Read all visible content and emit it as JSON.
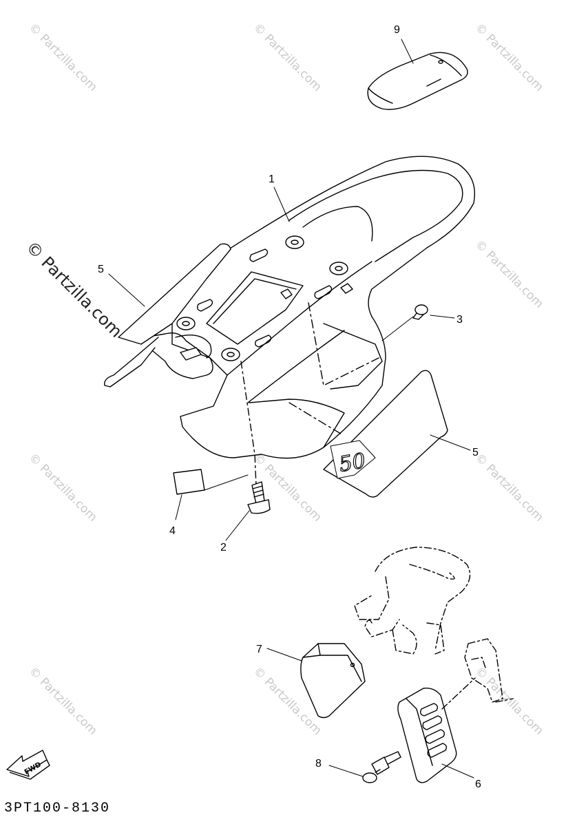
{
  "watermark": {
    "small": "© Partzilla.com",
    "big": "© Partzilla.com"
  },
  "callouts": [
    {
      "id": "c1",
      "label": "1"
    },
    {
      "id": "c2",
      "label": "2"
    },
    {
      "id": "c3",
      "label": "3"
    },
    {
      "id": "c4",
      "label": "4"
    },
    {
      "id": "c5a",
      "label": "5"
    },
    {
      "id": "c5b",
      "label": "5"
    },
    {
      "id": "c6",
      "label": "6"
    },
    {
      "id": "c7",
      "label": "7"
    },
    {
      "id": "c8",
      "label": "8"
    },
    {
      "id": "c9",
      "label": "9"
    }
  ],
  "decal_text": "50",
  "fwd_label": "FWD",
  "diagram_code": "3PT100-8130"
}
